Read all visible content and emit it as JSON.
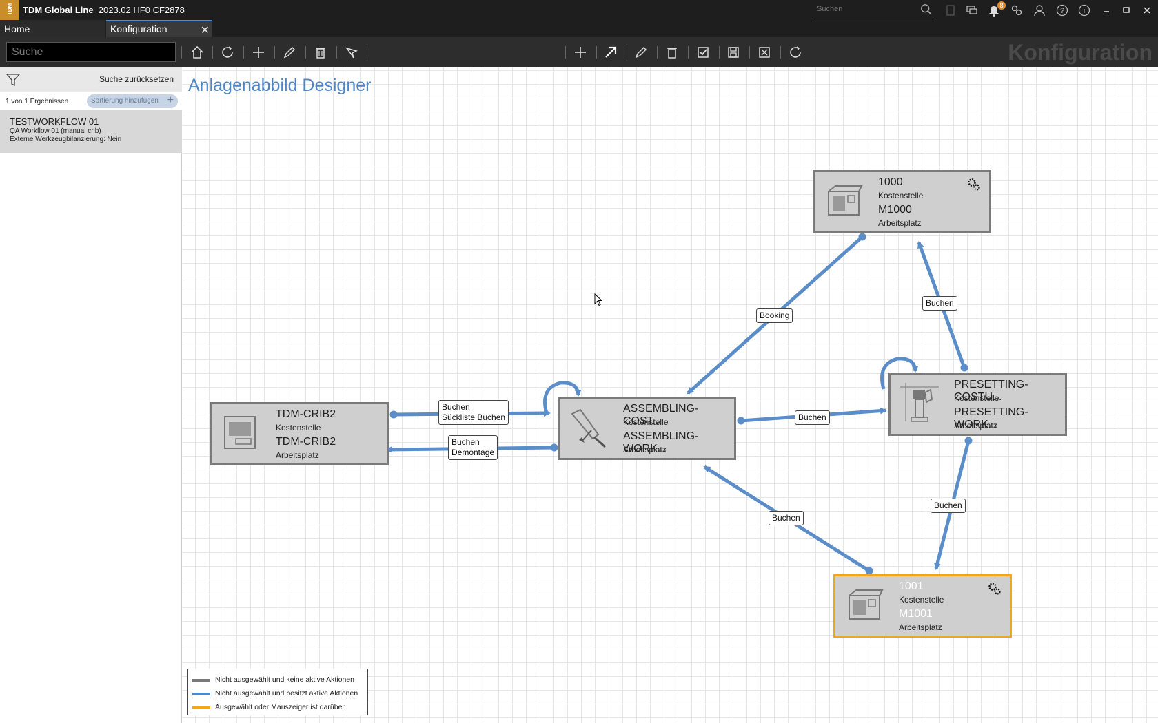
{
  "titlebar": {
    "app_name": "TDM Global Line",
    "version": "2023.02 HF0 CF2878",
    "search_placeholder": "Suchen",
    "notification_count": "8"
  },
  "tabs": [
    {
      "label": "Home"
    },
    {
      "label": "Konfiguration"
    }
  ],
  "toolbar": {
    "search_placeholder": "Suche",
    "page_title": "Konfiguration"
  },
  "sidebar": {
    "reset_label": "Suche zurücksetzen",
    "result_count": "1 von 1 Ergebnissen",
    "sort_label": "Sortierung hinzufügen",
    "items": [
      {
        "name": "TESTWORKFLOW 01",
        "line1": "QA Workflow 01 (manual crib)",
        "line2": "Externe Werkzeugbilanzierung: Nein"
      }
    ]
  },
  "designer": {
    "title": "Anlagenabbild Designer",
    "nodes": {
      "crib": {
        "cost_center": "TDM-CRIB2",
        "cost_label": "Kostenstelle",
        "workplace": "TDM-CRIB2",
        "work_label": "Arbeitsplatz"
      },
      "assembling": {
        "cost_center": "ASSEMBLING-COST...",
        "cost_label": "Kostenstelle",
        "workplace": "ASSEMBLING-WORK...",
        "work_label": "Arbeitsplatz"
      },
      "m1000": {
        "cost_center": "1000",
        "cost_label": "Kostenstelle",
        "workplace": "M1000",
        "work_label": "Arbeitsplatz"
      },
      "presetting": {
        "cost_center": "PRESETTING-COSTU...",
        "cost_label": "Kostenstelle",
        "workplace": "PRESETTING-WORK...",
        "work_label": "Arbeitsplatz"
      },
      "m1001": {
        "cost_center": "1001",
        "cost_label": "Kostenstelle",
        "workplace": "M1001",
        "work_label": "Arbeitsplatz"
      }
    },
    "edge_labels": {
      "crib_in_1": "Buchen",
      "crib_in_2": "Sückliste Buchen",
      "crib_out_1": "Buchen",
      "crib_out_2": "Demontage",
      "booking": "Booking",
      "asm_preset": "Buchen",
      "preset_m1000": "Buchen",
      "preset_m1001": "Buchen",
      "m1001_asm": "Buchen"
    }
  },
  "legend": [
    {
      "label": "Nicht ausgewählt und keine aktive Aktionen",
      "color": "#7a7a7a"
    },
    {
      "label": "Nicht ausgewählt und besitzt aktive Aktionen",
      "color": "#4f86c6"
    },
    {
      "label": "Ausgewählt oder Mauszeiger ist darüber",
      "color": "#f2a71b"
    }
  ],
  "colors": {
    "edge": "#5b8dc9",
    "node_border": "#7a7a7a",
    "selected_border": "#f2a71b",
    "accent": "#4f86c6"
  }
}
